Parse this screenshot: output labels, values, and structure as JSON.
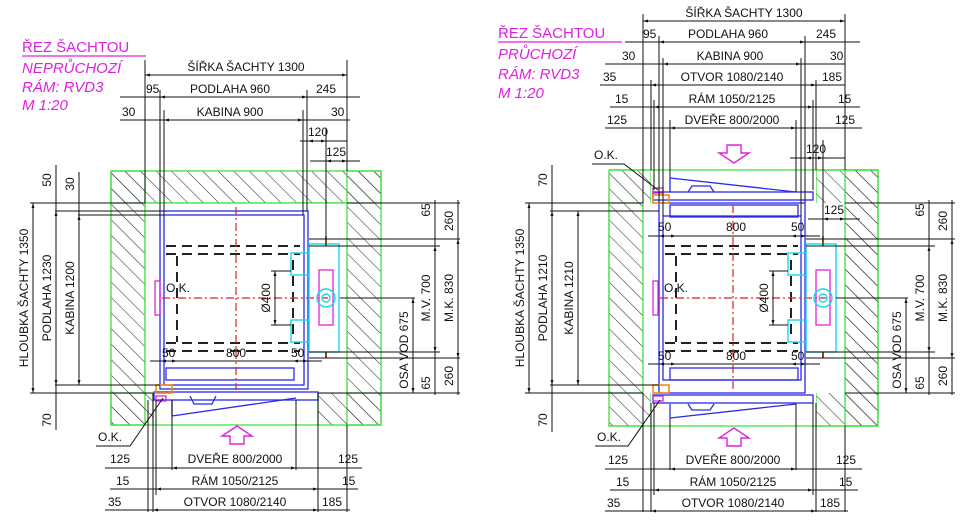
{
  "colors": {
    "title": "#e020e0",
    "wall": "#3ee03e",
    "cabin": "#2a2ae6",
    "axis": "#e02020",
    "guide": "#19d6e6",
    "bracket": "#f08a1a",
    "dimension": "#111111"
  },
  "sections": [
    {
      "id": "non-walkthrough",
      "title": {
        "line1": "ŘEZ ŠACHTOU",
        "line2": "NEPRŮCHOZÍ",
        "line3": "RÁM: RVD3",
        "line4": "M 1:20"
      },
      "top_dims": {
        "shaft_width": "ŠÍŘKA ŠACHTY 1300",
        "floor": "PODLAHA 960",
        "floor_left": "95",
        "floor_right": "245",
        "cabin": "KABINA 900",
        "cabin_left": "30",
        "cabin_right": "30",
        "d120": "120",
        "d125": "125"
      },
      "left_dims": {
        "top_gap": "50",
        "top_gap2": "30",
        "shaft_depth": "HLOUBKA ŠACHTY 1350",
        "floor": "PODLAHA 1230",
        "cabin": "KABINA 1200",
        "bottom_gap": "70"
      },
      "right_dims": {
        "top_65": "65",
        "top_260": "260",
        "rail_gauge": "M.V. 700",
        "guide_rail": "M.K. 830",
        "axis": "OSA VOD 675",
        "bottom_65": "65",
        "bottom_260": "260"
      },
      "inner": {
        "ok_label": "O.K.",
        "diameter": "Ø400",
        "sub_left": "50",
        "sub_mid": "800",
        "sub_right": "50"
      },
      "bottom_dims": {
        "ok_label": "O.K.",
        "door": "DVEŘE 800/2000",
        "door_left": "125",
        "door_right": "125",
        "frame": "RÁM 1050/2125",
        "frame_left": "15",
        "frame_right": "15",
        "opening": "OTVOR 1080/2140",
        "opening_left": "35",
        "opening_right": "185"
      }
    },
    {
      "id": "walkthrough",
      "title": {
        "line1": "ŘEZ ŠACHTOU",
        "line2": "PRŮCHOZÍ",
        "line3": "RÁM: RVD3",
        "line4": "M 1:20"
      },
      "top_dims": {
        "shaft_width": "ŠÍŘKA ŠACHTY 1300",
        "floor": "PODLAHA 960",
        "floor_left": "95",
        "floor_right": "245",
        "cabin": "KABINA 900",
        "cabin_left": "30",
        "cabin_right": "30",
        "opening": "OTVOR 1080/2140",
        "opening_left": "35",
        "opening_right": "185",
        "frame": "RÁM 1050/2125",
        "frame_left": "15",
        "frame_right": "15",
        "door": "DVEŘE 800/2000",
        "door_left": "125",
        "door_right": "125",
        "ok_label": "O.K.",
        "d120": "120",
        "d125": "125"
      },
      "left_dims": {
        "top_gap": "70",
        "shaft_depth": "HLOUBKA ŠACHTY 1350",
        "floor": "PODLAHA 1210",
        "cabin": "KABINA 1210",
        "bottom_gap": "70"
      },
      "right_dims": {
        "top_65": "65",
        "top_260": "260",
        "rail_gauge": "M.V. 700",
        "guide_rail": "M.K. 830",
        "axis": "OSA VOD 675",
        "bottom_65": "65",
        "bottom_260": "260"
      },
      "inner": {
        "ok_label": "O.K.",
        "diameter": "Ø400",
        "top_left": "50",
        "top_mid": "800",
        "top_right": "50",
        "sub_left": "50",
        "sub_mid": "800",
        "sub_right": "50"
      },
      "bottom_dims": {
        "ok_label": "O.K.",
        "door": "DVEŘE 800/2000",
        "door_left": "125",
        "door_right": "125",
        "frame": "RÁM 1050/2125",
        "frame_left": "15",
        "frame_right": "15",
        "opening": "OTVOR 1080/2140",
        "opening_left": "35",
        "opening_right": "185"
      }
    }
  ]
}
